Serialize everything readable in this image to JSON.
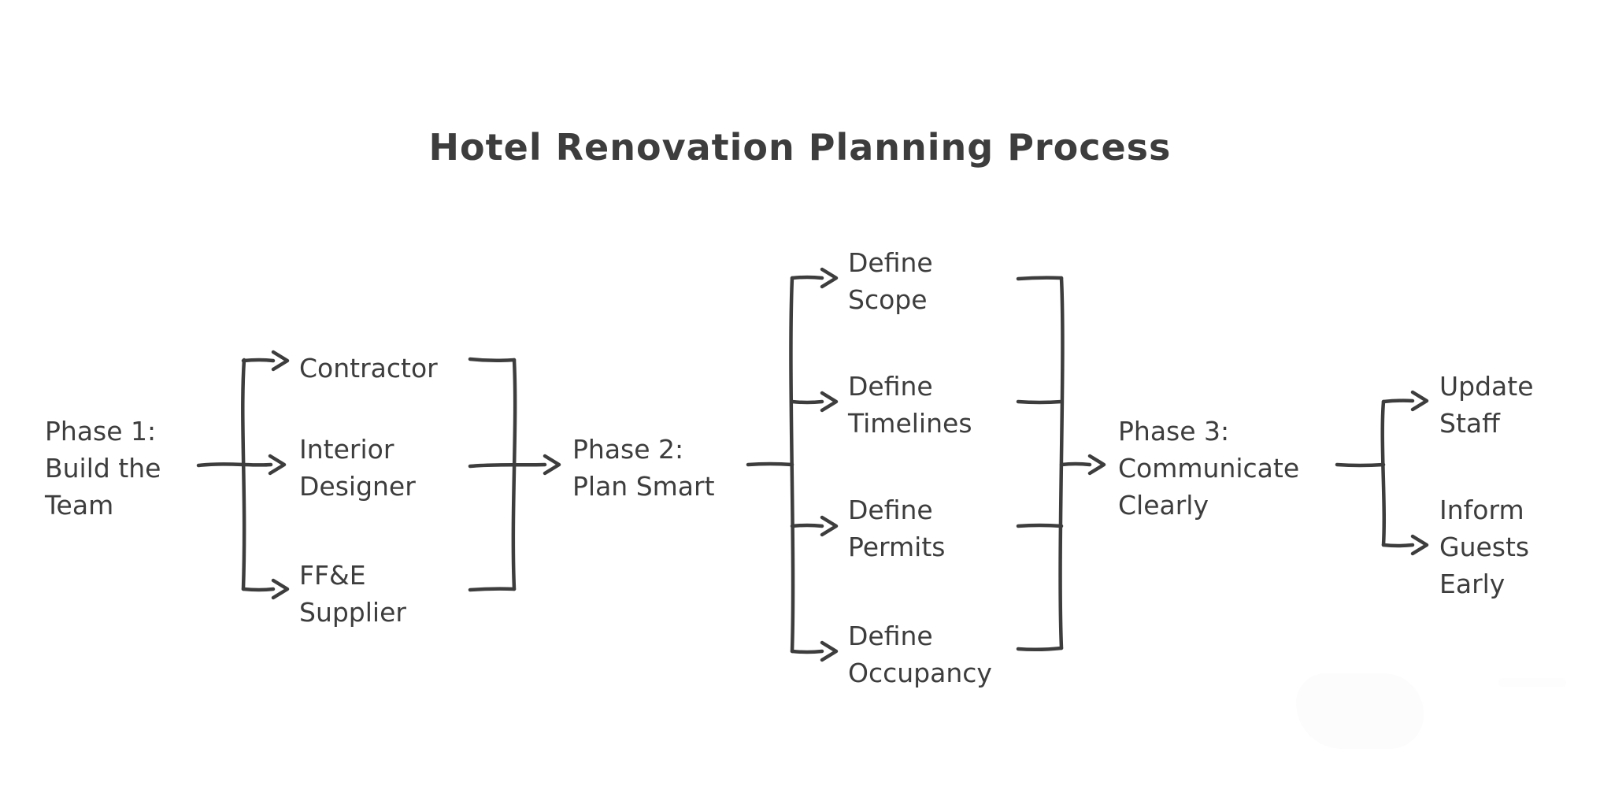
{
  "title": "Hotel Renovation Planning Process",
  "diagram": {
    "phase1": {
      "label": "Phase 1:\nBuild the\nTeam"
    },
    "team_members": [
      {
        "label": "Contractor"
      },
      {
        "label": "Interior\nDesigner"
      },
      {
        "label": "FF&E\nSupplier"
      }
    ],
    "phase2": {
      "label": "Phase 2:\nPlan Smart"
    },
    "plan_items": [
      {
        "label": "Define\nScope"
      },
      {
        "label": "Define\nTimelines"
      },
      {
        "label": "Define\nPermits"
      },
      {
        "label": "Define\nOccupancy"
      }
    ],
    "phase3": {
      "label": "Phase 3:\nCommunicate\nClearly"
    },
    "communication_actions": [
      {
        "label": "Update\nStaff"
      },
      {
        "label": "Inform\nGuests\nEarly"
      }
    ]
  },
  "colors": {
    "ink": "#3d3d3d",
    "background": "#ffffff"
  }
}
